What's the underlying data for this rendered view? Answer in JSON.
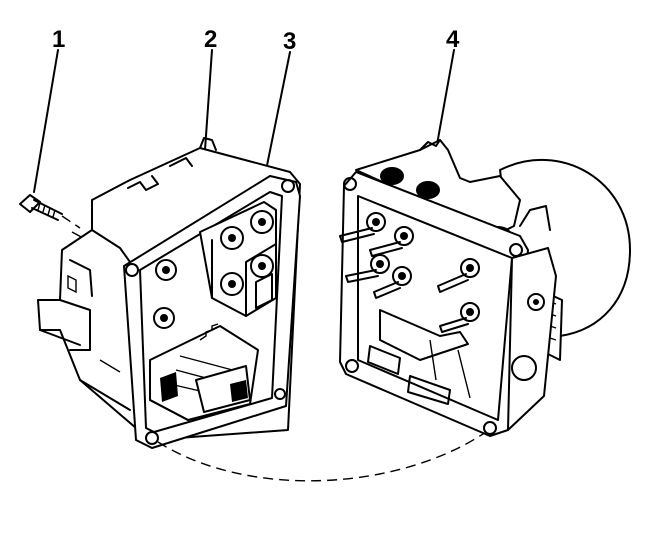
{
  "callouts": {
    "c1": "1",
    "c2": "2",
    "c3": "3",
    "c4": "4"
  },
  "colors": {
    "ink": "#000000",
    "paper": "#ffffff"
  }
}
